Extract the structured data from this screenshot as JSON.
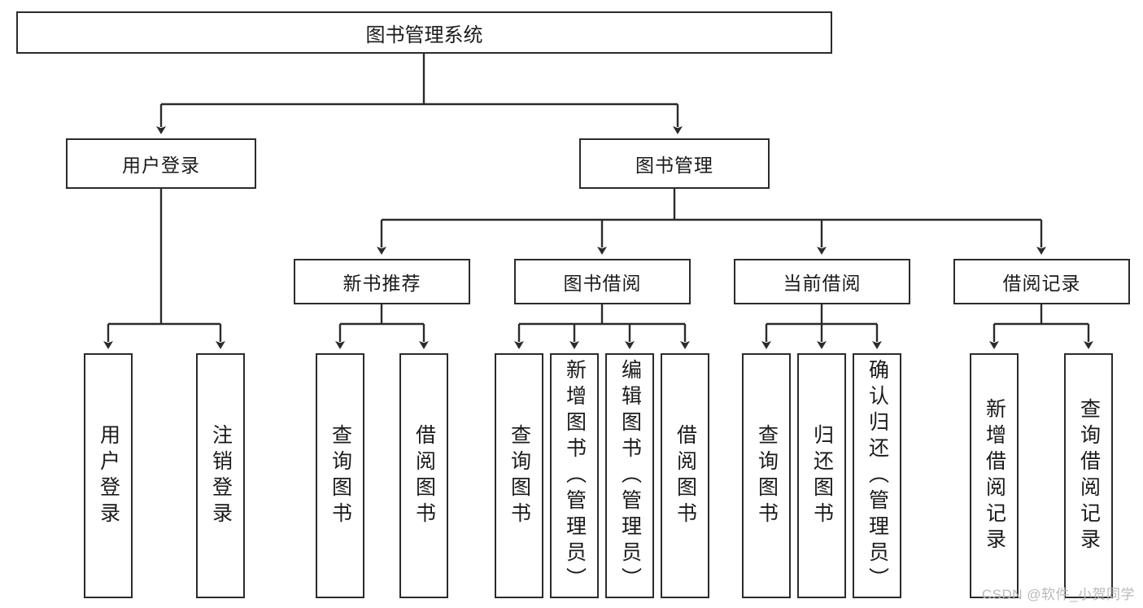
{
  "diagram": {
    "title_node": {
      "label": "图书管理系统"
    },
    "level1": [
      {
        "label": "用户登录"
      },
      {
        "label": "图书管理"
      }
    ],
    "level2": [
      {
        "label": "新书推荐"
      },
      {
        "label": "图书借阅"
      },
      {
        "label": "当前借阅"
      },
      {
        "label": "借阅记录"
      }
    ],
    "leaves": {
      "user_login": [
        {
          "label": "用户登录"
        },
        {
          "label": "注销登录"
        }
      ],
      "new_book_recommend": [
        {
          "label": "查询图书"
        },
        {
          "label": "借阅图书"
        }
      ],
      "book_borrow": [
        {
          "label": "查询图书"
        },
        {
          "label": "新增图书（管理员）"
        },
        {
          "label": "编辑图书（管理员）"
        },
        {
          "label": "借阅图书"
        }
      ],
      "current_borrow": [
        {
          "label": "查询图书"
        },
        {
          "label": "归还图书"
        },
        {
          "label": "确认归还（管理员）"
        }
      ],
      "borrow_record": [
        {
          "label": "新增借阅记录"
        },
        {
          "label": "查询借阅记录"
        }
      ]
    }
  },
  "watermark": {
    "text": "CSDN @软件_小贺同学"
  },
  "colors": {
    "border": "#2b2b2b",
    "text": "#1a1a1a",
    "background": "#ffffff",
    "watermark": "#b9b9b9"
  }
}
